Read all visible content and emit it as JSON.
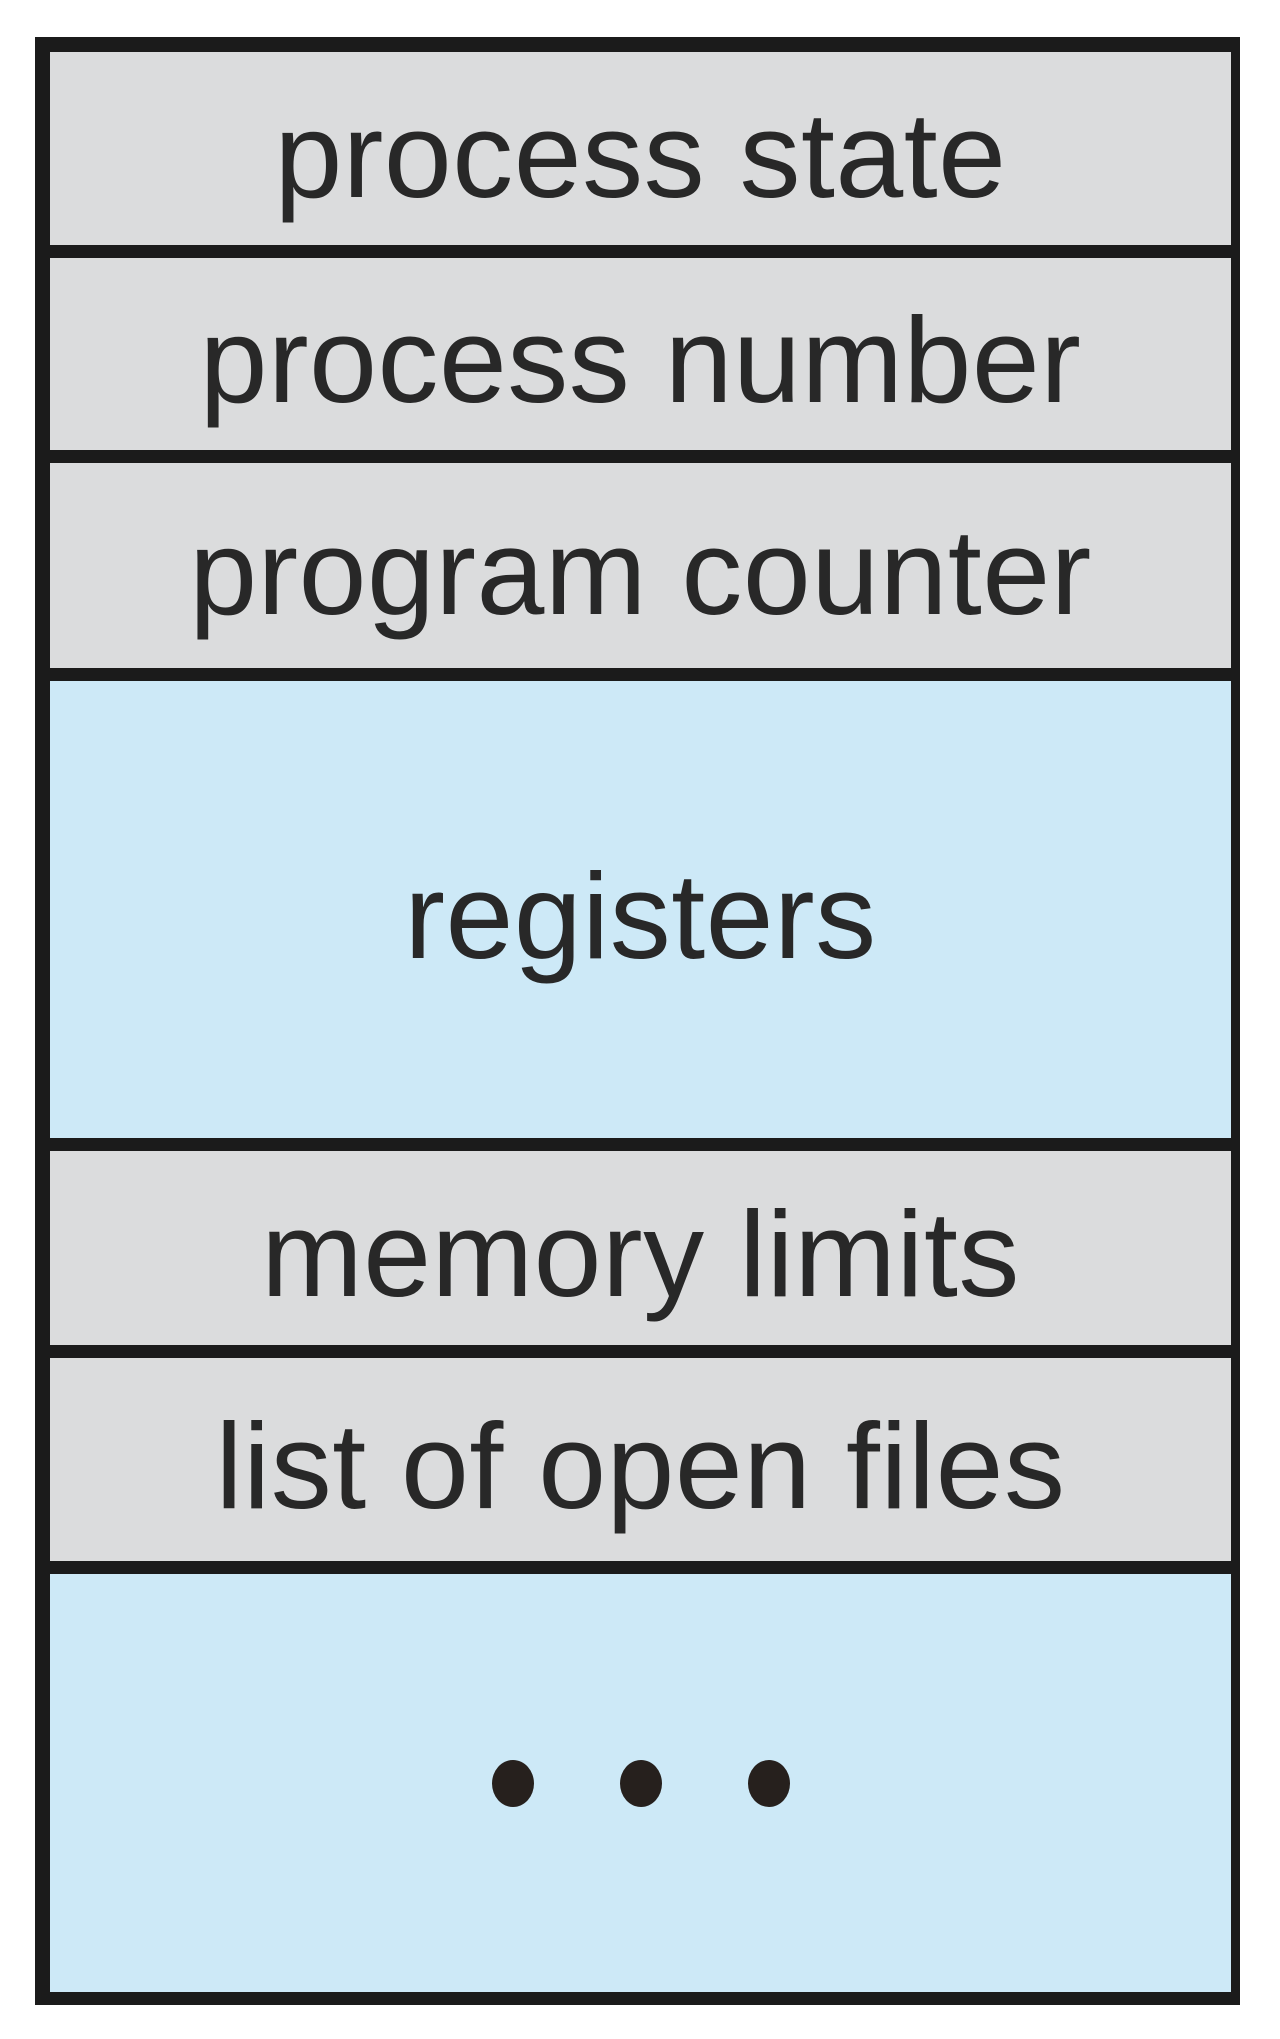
{
  "pcb": {
    "rows": [
      {
        "label": "process state",
        "fill": "gray"
      },
      {
        "label": "process number",
        "fill": "gray"
      },
      {
        "label": "program counter",
        "fill": "gray"
      },
      {
        "label": "registers",
        "fill": "blue"
      },
      {
        "label": "memory limits",
        "fill": "gray"
      },
      {
        "label": "list of open files",
        "fill": "gray"
      },
      {
        "label": "",
        "fill": "blue",
        "ellipsis_dots": 3
      }
    ],
    "colors": {
      "row_gray": "#dbdcdd",
      "row_blue": "#cde9f7",
      "border": "#1b1b1b",
      "text": "#282828",
      "dot": "#26201d",
      "background": "#ffffff"
    }
  }
}
